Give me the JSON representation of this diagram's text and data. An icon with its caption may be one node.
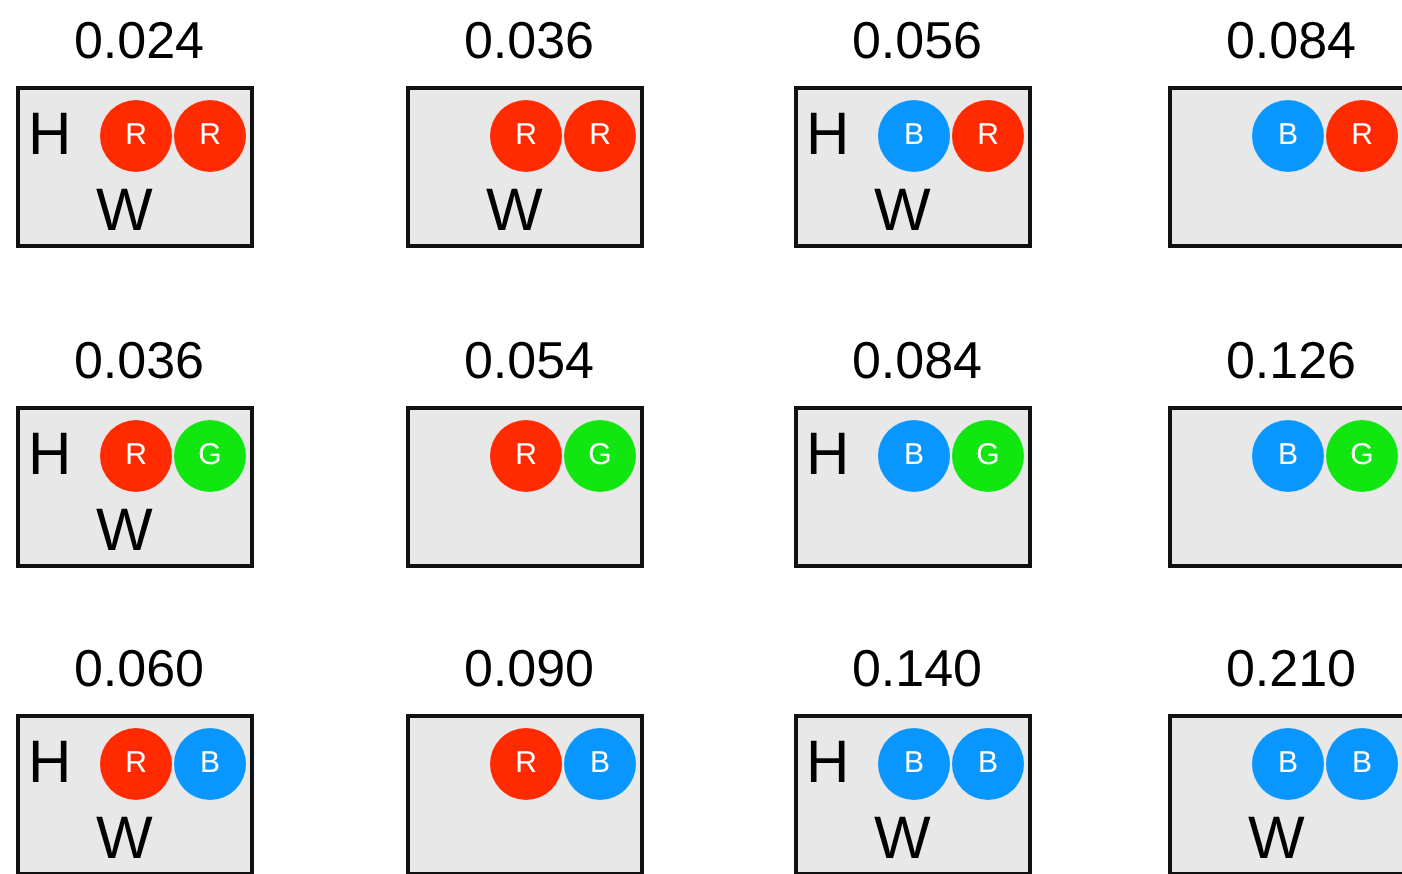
{
  "diagram": {
    "nodes": [
      {
        "text": [
          "0.024",
          "H",
          "W"
        ]
      },
      {
        "text": [
          "R"
        ],
        "in": 0
      },
      {
        "text": [
          "R"
        ],
        "in": 0
      },
      {
        "text": [
          "0.036",
          "W"
        ]
      },
      {
        "text": [
          "R"
        ],
        "in": 3
      },
      {
        "text": [
          "R"
        ],
        "in": 3
      },
      {
        "text": [
          "0.056",
          "H",
          "W"
        ]
      },
      {
        "text": [
          "B"
        ],
        "in": 6
      },
      {
        "text": [
          "R"
        ],
        "in": 6
      },
      {
        "text": [
          "0.084"
        ]
      },
      {
        "text": [
          "B"
        ],
        "in": 9
      },
      {
        "text": [
          "R"
        ],
        "in": 9
      },
      {
        "text": [
          "0.036",
          "H",
          "W"
        ]
      },
      {
        "text": [
          "R"
        ],
        "in": 12
      },
      {
        "text": [
          "G"
        ],
        "in": 12
      },
      {
        "text": [
          "0.054"
        ]
      },
      {
        "text": [
          "R"
        ],
        "in": 15
      },
      {
        "text": [
          "G"
        ],
        "in": 15
      },
      {
        "text": [
          "0.084",
          "H"
        ]
      },
      {
        "text": [
          "B"
        ],
        "in": 18
      },
      {
        "text": [
          "G"
        ],
        "in": 18
      },
      {
        "text": [
          "0.126"
        ]
      },
      {
        "text": [
          "B"
        ],
        "in": 21
      },
      {
        "text": [
          "G"
        ],
        "in": 21
      },
      {
        "text": [
          "0.060",
          "H",
          "W"
        ]
      },
      {
        "text": [
          "R"
        ],
        "in": 24
      },
      {
        "text": [
          "B"
        ],
        "in": 24
      },
      {
        "text": [
          "0.090"
        ]
      },
      {
        "text": [
          "R"
        ],
        "in": 27
      },
      {
        "text": [
          "B"
        ],
        "in": 27
      },
      {
        "text": [
          "0.140",
          "H",
          "W"
        ]
      },
      {
        "text": [
          "B"
        ],
        "in": 30
      },
      {
        "text": [
          "B"
        ],
        "in": 30
      },
      {
        "text": [
          "0.210",
          "W"
        ]
      },
      {
        "text": [
          "B"
        ],
        "in": 33
      },
      {
        "text": [
          "B"
        ],
        "in": 33
      }
    ]
  }
}
